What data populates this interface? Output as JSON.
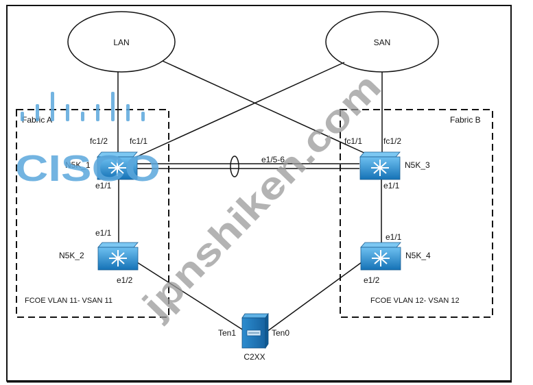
{
  "clouds": {
    "lan": "LAN",
    "san": "SAN"
  },
  "fabrics": {
    "a": {
      "title": "Fabric A",
      "note": "FCOE VLAN 11- VSAN 11"
    },
    "b": {
      "title": "Fabric B",
      "note": "FCOE VLAN 12- VSAN 12"
    }
  },
  "switches": {
    "n5k1": "N5K_1",
    "n5k2": "N5K_2",
    "n5k3": "N5K_3",
    "n5k4": "N5K_4"
  },
  "ports": {
    "n5k1_fc12": "fc1/2",
    "n5k1_fc11": "fc1/1",
    "n5k1_e11": "e1/1",
    "n5k2_e11": "e1/1",
    "n5k2_e12": "e1/2",
    "n5k3_fc11": "fc1/1",
    "n5k3_fc12": "fc1/2",
    "n5k3_e11": "e1/1",
    "n5k4_e11": "e1/1",
    "n5k4_e12": "e1/2",
    "portchannel": "e1/5-6"
  },
  "server": {
    "name": "C2XX",
    "ten1": "Ten1",
    "ten0": "Ten0"
  },
  "watermarks": {
    "logo": "CISCO",
    "site": "jpnshiken.com"
  },
  "colors": {
    "line": "#111111",
    "switch": "#1b7fc4",
    "switch_top": "#5fb2e6",
    "watermark": "#5ba7dc"
  }
}
